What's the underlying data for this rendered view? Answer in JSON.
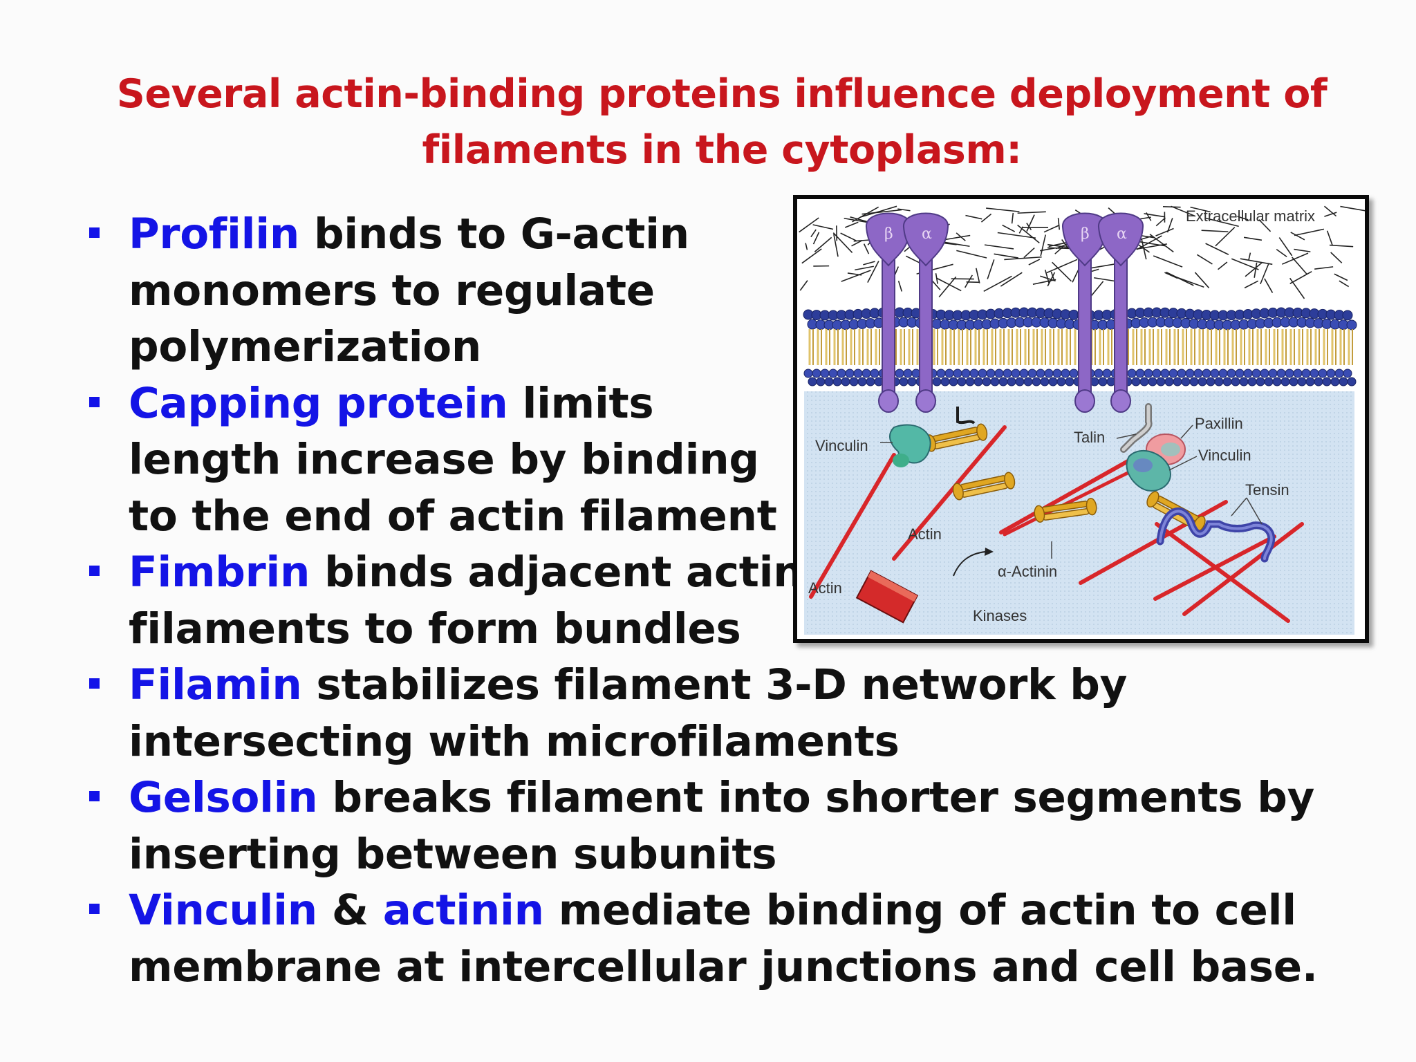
{
  "title": {
    "line1": "Several actin-binding proteins influence deployment of",
    "line2": "filaments in the cytoplasm:"
  },
  "bullets": [
    {
      "term": "Profilin",
      "lines": [
        "binds to G-actin",
        "monomers to regulate",
        "polymerization"
      ]
    },
    {
      "term": "Capping protein",
      "lines": [
        "limits",
        "length increase by binding",
        "to the end of actin filament"
      ]
    },
    {
      "term": "Fimbrin",
      "lines": [
        "binds adjacent actin",
        "filaments to form bundles"
      ]
    },
    {
      "term": "Filamin",
      "lines": [
        "stabilizes filament 3-D network by",
        "intersecting with microfilaments"
      ]
    },
    {
      "term": "Gelsolin",
      "lines": [
        "breaks filament into shorter segments by",
        "inserting between subunits"
      ]
    },
    {
      "term": "Vinculin",
      "connector": "&",
      "term2": "actinin",
      "lines": [
        "mediate binding of actin to cell",
        "membrane at intercellular junctions and cell base."
      ]
    }
  ],
  "figure": {
    "labels": {
      "extracellular_matrix": "Extracellular matrix",
      "beta": "β",
      "alpha": "α",
      "vinculin_left": "Vinculin",
      "talin": "Talin",
      "paxillin": "Paxillin",
      "vinculin_right": "Vinculin",
      "tensin": "Tensin",
      "actin_mid": "Actin",
      "actin_left": "Actin",
      "alpha_actinin": "α-Actinin",
      "kinases": "Kinases"
    },
    "colors": {
      "integrin": "#8d67c6",
      "membrane_head": "#2d3d9a",
      "actin": "#d8262a",
      "actinin": "#e0a722",
      "cytoplasm": "#cfe0f0",
      "tensin": "#4a4fb8"
    }
  }
}
